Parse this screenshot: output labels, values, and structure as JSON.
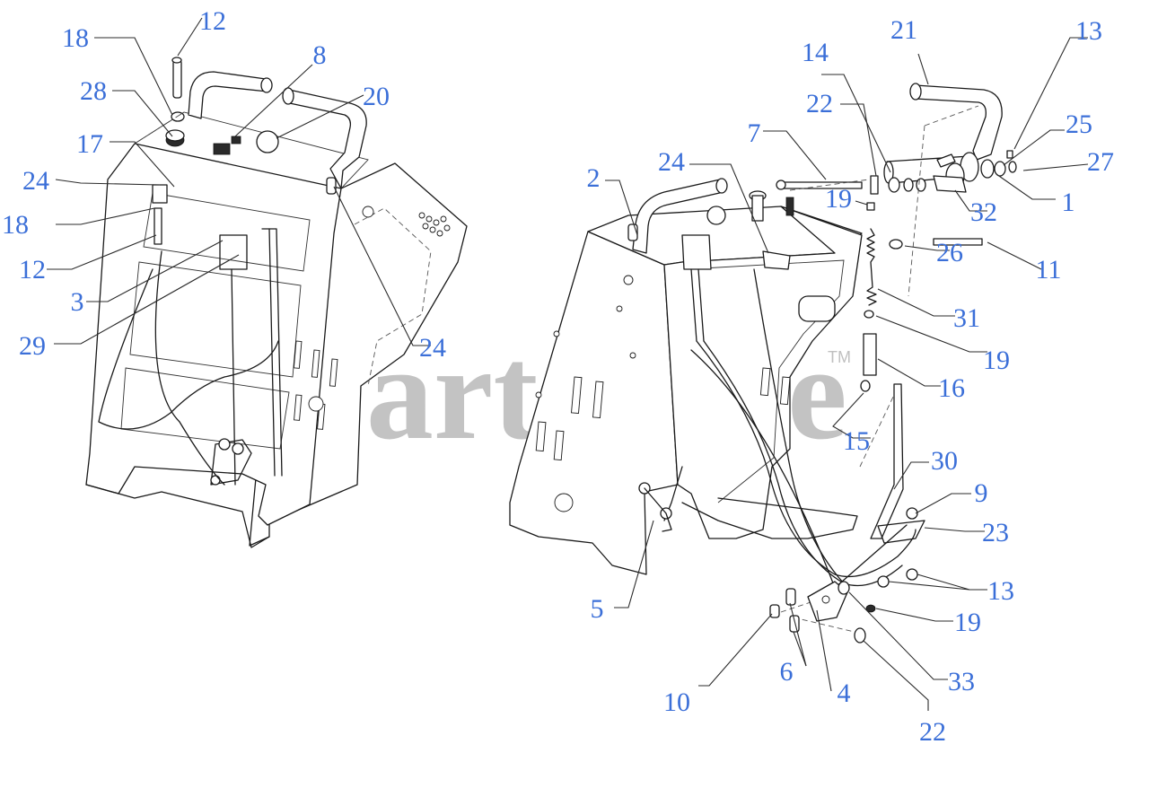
{
  "colors": {
    "callout": "#3b6fd8",
    "line": "#1a1a1a",
    "watermark": "#b9b9b9",
    "background": "#ffffff"
  },
  "watermark": {
    "brand": "PartsTree",
    "trademark": "TM"
  },
  "callouts": [
    "18",
    "12",
    "28",
    "8",
    "20",
    "17",
    "24",
    "18",
    "12",
    "3",
    "29",
    "24",
    "2",
    "24",
    "7",
    "22",
    "14",
    "21",
    "13",
    "25",
    "27",
    "1",
    "32",
    "19",
    "26",
    "11",
    "31",
    "19",
    "16",
    "15",
    "30",
    "9",
    "23",
    "5",
    "13",
    "19",
    "6",
    "10",
    "4",
    "33",
    "22"
  ]
}
